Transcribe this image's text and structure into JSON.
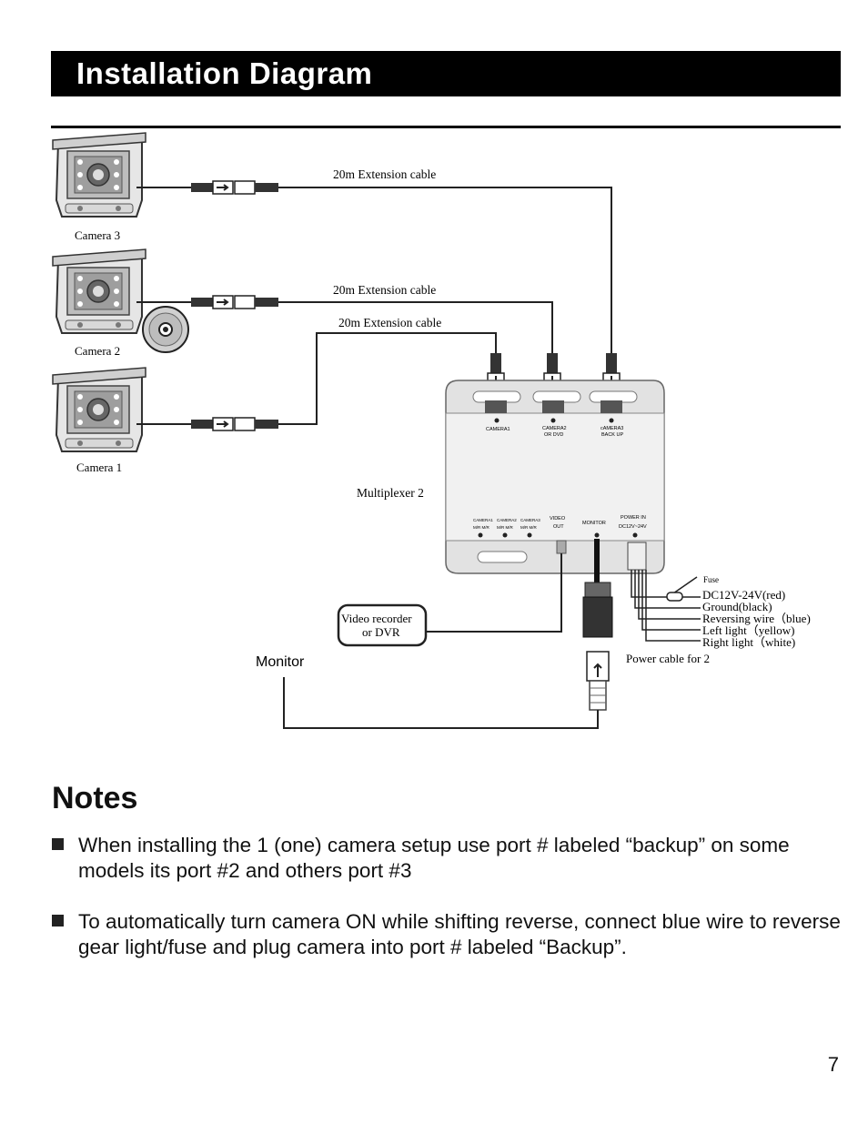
{
  "header": {
    "title": "Installation Diagram"
  },
  "diagram": {
    "camera3_label": "Camera 3",
    "camera2_label": "Camera 2",
    "camera1_label": "Camera 1",
    "ext_cable_label": "20m Extension cable",
    "multiplexer_label": "Multiplexer 2",
    "port_camera1": "CAMERA1",
    "port_camera2_l1": "CAMERA2",
    "port_camera2_l2": "OR DVD",
    "port_camera3_l1": "cAMERA3",
    "port_camera3_l2": "BACK UP",
    "sw_labels": [
      "CAMERA1",
      "CAMERA2",
      "CAMERA3"
    ],
    "sw_sub": [
      "M/R  M/R",
      "M/R  M/R",
      "M/R  M/R"
    ],
    "video_out_l1": "VIDEO",
    "video_out_l2": "OUT",
    "monitor_port": "MONITOR",
    "power_in_l1": "POWER IN",
    "power_in_l2": "DC12V~24V",
    "fuse_label": "Fuse",
    "wires": [
      "DC12V-24V(red)",
      "Ground(black)",
      "Reversing wire（blue)",
      "Left light（yellow)",
      "Right light（white)"
    ],
    "power_cable_label": "Power cable  for 2",
    "dvr_l1": "Video recorder",
    "dvr_l2": "or DVR",
    "monitor_label": "Monitor"
  },
  "notes": {
    "title": "Notes",
    "items": [
      "When installing the 1 (one)  camera setup use port # labeled “backup” on some models its port #2 and others port #3",
      "To automatically turn camera ON while shifting reverse, connect blue wire to reverse gear light/fuse and plug camera into port # labeled “Backup”."
    ]
  },
  "page_number": "7"
}
